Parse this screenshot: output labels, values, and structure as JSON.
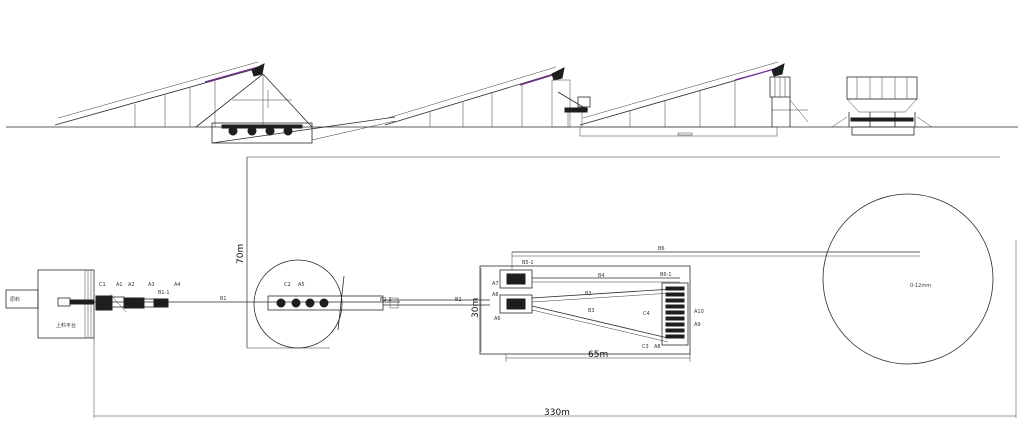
{
  "labels": {
    "feed_area": "原料",
    "hopper": "上料平台",
    "c1": "C1",
    "a1": "A1",
    "a2": "A2",
    "a3": "A3",
    "a4": "A4",
    "b1_1": "B1-1",
    "b1": "B1",
    "c2": "C2",
    "a5": "A5",
    "b2_1": "B2-1",
    "b2": "B2",
    "b5_1": "B5-1",
    "b4": "B4",
    "b3": "B3",
    "b6_1": "B6-1",
    "b6": "B6",
    "a7": "A7",
    "a8": "A8",
    "a6": "A6",
    "c4": "C4",
    "a10": "A10",
    "a9": "A9",
    "c3": "C3",
    "a8b": "A8",
    "stockpile": "0-12mm"
  },
  "dimensions": {
    "d70": "70m",
    "d30": "30m",
    "d65": "65m",
    "d330": "330m"
  },
  "colors": {
    "line": "#2a2a2a",
    "accent": "#7a2a9a"
  }
}
